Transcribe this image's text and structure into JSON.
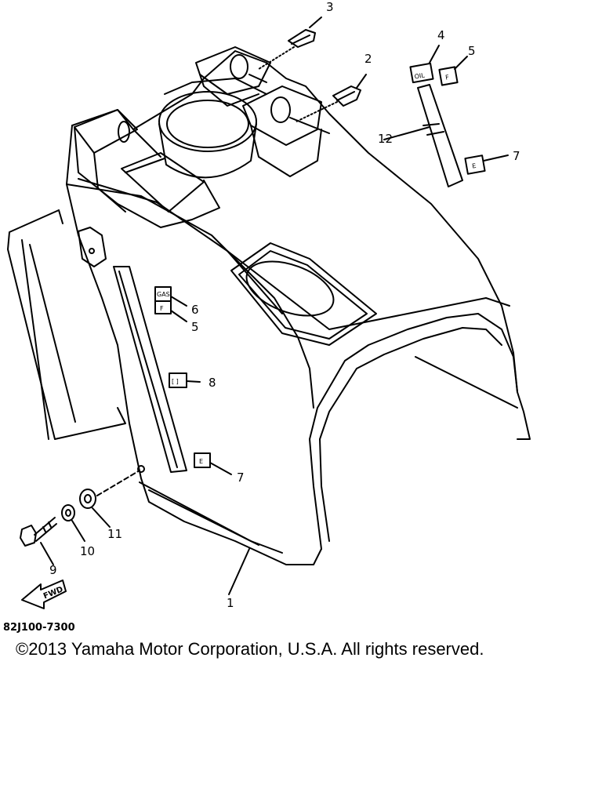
{
  "drawing_number": "82J100-7300",
  "copyright": "©2013 Yamaha Motor Corporation, U.S.A. All rights reserved.",
  "fwd_label": "FWD",
  "callouts": {
    "c1": "1",
    "c2": "2",
    "c3": "3",
    "c4": "4",
    "c5_top": "5",
    "c5_side": "5",
    "c6": "6",
    "c7_top": "7",
    "c7_side": "7",
    "c8": "8",
    "c9": "9",
    "c10": "10",
    "c11": "11",
    "c12": "12"
  },
  "decals": {
    "oil": "OIL",
    "fuel": "F",
    "empty": "E",
    "gas": "GAS",
    "box8": "[ ]"
  }
}
